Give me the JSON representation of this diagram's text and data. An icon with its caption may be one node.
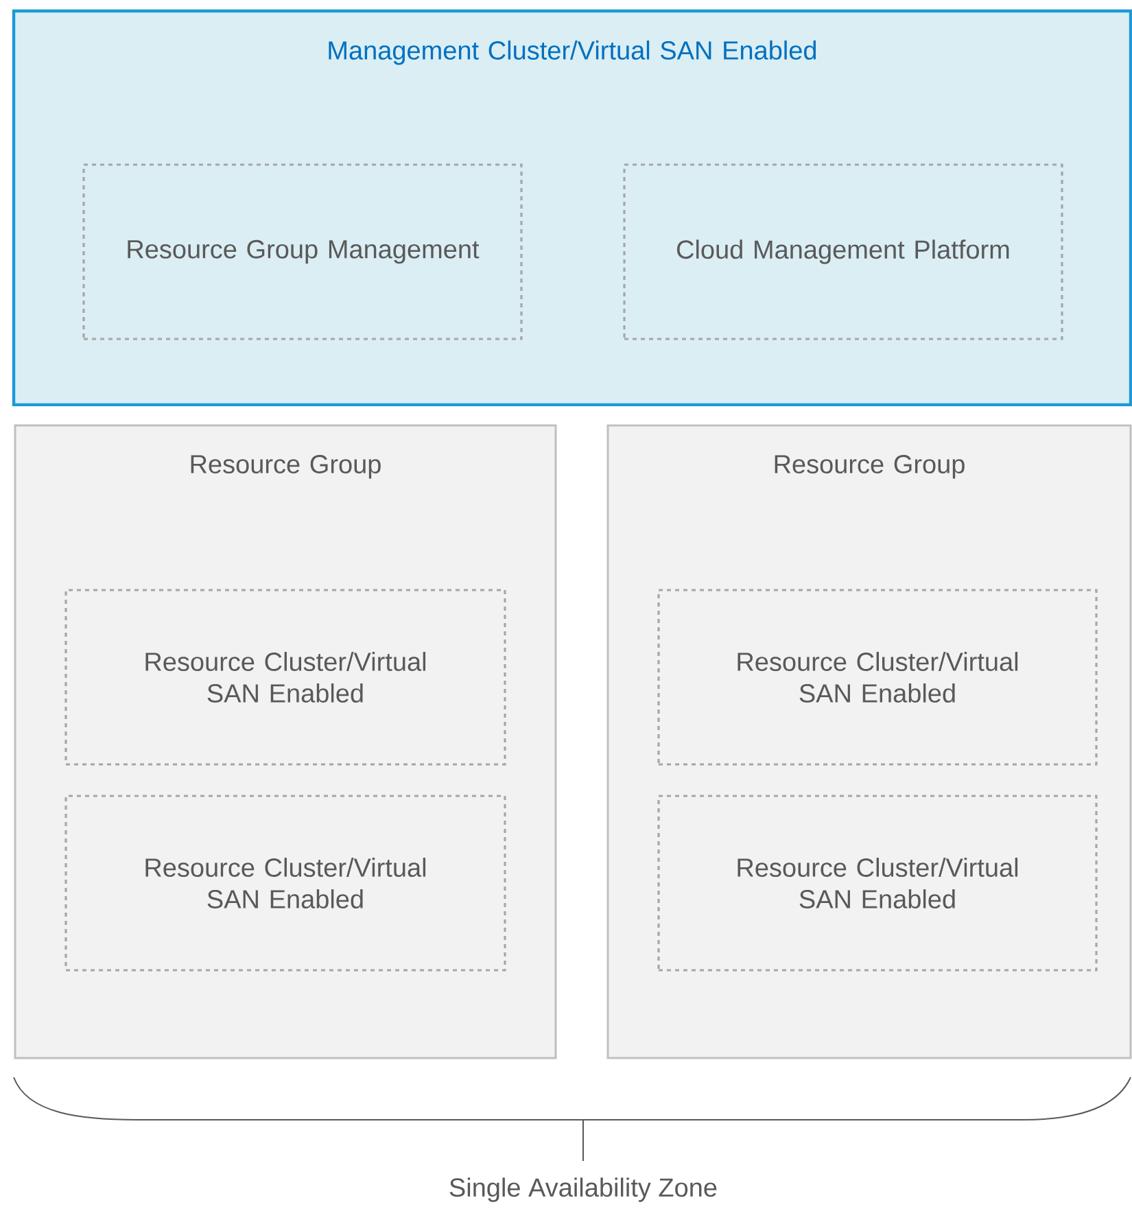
{
  "diagram": {
    "nodes": [
      {
        "text": [
          "Management Cluster/Virtual SAN Enabled"
        ]
      },
      {
        "text": [
          "Resource Group Management"
        ],
        "in": 0
      },
      {
        "text": [
          "Cloud Management Platform"
        ],
        "in": 0
      },
      {
        "text": [
          "Resource Group"
        ]
      },
      {
        "text": [
          "Resource Cluster/Virtual SAN Enabled"
        ],
        "in": 3
      },
      {
        "text": [
          "Resource Cluster/Virtual SAN Enabled"
        ],
        "in": 3
      },
      {
        "text": [
          "Resource Group"
        ]
      },
      {
        "text": [
          "Resource Cluster/Virtual SAN Enabled"
        ],
        "in": 6
      },
      {
        "text": [
          "Resource Cluster/Virtual SAN Enabled"
        ],
        "in": 6
      }
    ],
    "labels": [
      "Single Availability Zone"
    ]
  }
}
